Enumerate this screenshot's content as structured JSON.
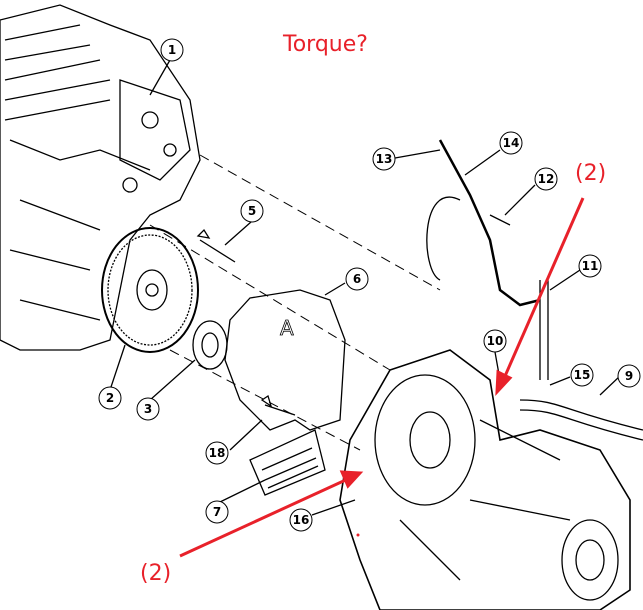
{
  "annotations": {
    "question": "Torque?",
    "qty_top": "(2)",
    "qty_bottom": "(2)",
    "color": "#e8212a"
  },
  "callouts": [
    {
      "id": "1",
      "label": "1"
    },
    {
      "id": "2",
      "label": "2"
    },
    {
      "id": "3",
      "label": "3"
    },
    {
      "id": "5",
      "label": "5"
    },
    {
      "id": "6",
      "label": "6"
    },
    {
      "id": "7",
      "label": "7"
    },
    {
      "id": "9",
      "label": "9"
    },
    {
      "id": "10",
      "label": "10"
    },
    {
      "id": "11",
      "label": "11"
    },
    {
      "id": "12",
      "label": "12"
    },
    {
      "id": "13",
      "label": "13"
    },
    {
      "id": "14",
      "label": "14"
    },
    {
      "id": "15",
      "label": "15"
    },
    {
      "id": "16",
      "label": "16"
    },
    {
      "id": "18",
      "label": "18"
    }
  ],
  "part_marking": "A"
}
